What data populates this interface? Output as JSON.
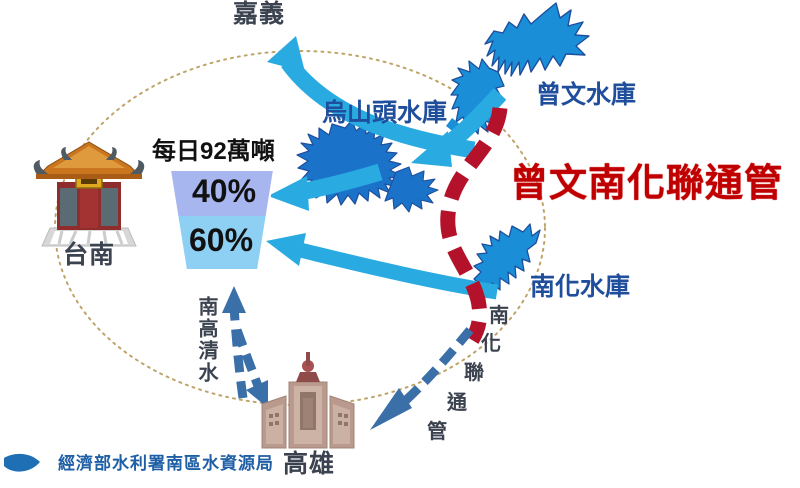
{
  "headline": "曾文南化聯通管",
  "daily_volume": "每日92萬噸",
  "allocation": {
    "upper_label": "40%",
    "lower_label": "60%",
    "upper_color": "#a8b6f0",
    "lower_color": "#8ed0f4"
  },
  "cities": {
    "chiayi": "嘉義",
    "tainan": "台南",
    "kaohsiung": "高雄"
  },
  "reservoirs": {
    "zengwen": "曾文水庫",
    "wushantou": "烏山頭水庫",
    "nanhua": "南化水庫"
  },
  "pipelines": {
    "nanhua_link": "南化聯通管",
    "nanhua_link_chars": [
      "南",
      "化",
      "聯",
      "通",
      "管"
    ],
    "tainan_kaohsiung_clean_water": "南高清水",
    "tainan_kaohsiung_chars": [
      "南",
      "高",
      "清",
      "水"
    ]
  },
  "footer": {
    "agency": "經濟部水利署南區水資源局"
  },
  "colors": {
    "cyan_arrow": "#29abe2",
    "red_pipe": "#b3122a",
    "headline_red": "#c00000",
    "steel_blue_dash": "#3a6fa8",
    "ellipse_dotted": "#bfa46a",
    "reservoir_water": "#1a8fd8",
    "label_navy": "#1f4e9c",
    "label_slate": "#3c4350",
    "logo_blue": "#1f6fb5"
  }
}
